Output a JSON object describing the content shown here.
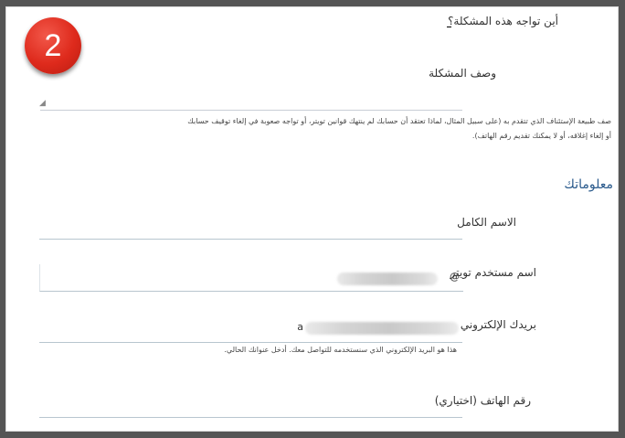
{
  "step_badge": "2",
  "form": {
    "problem_question": "أين تواجه هذه المشكلة؟",
    "problem_value": "",
    "description_label": "وصف المشكلة",
    "description_help_line1": "صف طبيعة الإستئناف الذي تتقدم به (على سبيل المثال، لماذا تعتقد أن حسابك لم ينتهك قوانين تويتر، أو تواجه صعوبة في إلغاء توقيف حسابك",
    "description_help_line2": "أو إلغاء إغلاقه، أو لا يمكنك تقديم رقم الهاتف).",
    "section_title": "معلوماتك",
    "full_name_label": "الاسم الكامل",
    "full_name_value": "",
    "twitter_username_label": "اسم مستخدم تويتر",
    "twitter_prefix": "@",
    "email_label": "بريدك الإلكتروني",
    "email_visible_char": "a",
    "email_help": "هذا هو البريد الإلكتروني الذي سنستخدمه للتواصل معك. أدخل عنوانك الحالي.",
    "phone_label": "رقم الهاتف (اختياري)",
    "phone_value": ""
  },
  "colors": {
    "badge": "#de2a1c",
    "section_title": "#2a5a8c",
    "underline": "#b8c6cf"
  }
}
